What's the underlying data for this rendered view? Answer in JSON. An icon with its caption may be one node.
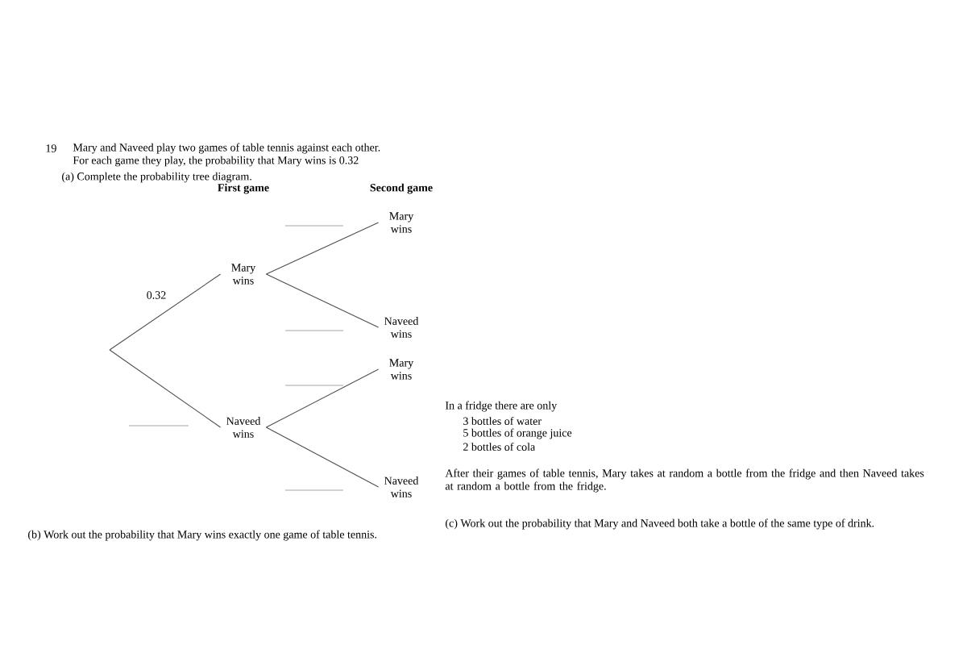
{
  "diagram": {
    "nodes": [
      {
        "text": [
          "Mary wins"
        ]
      },
      {
        "text": [
          "Naveed wins"
        ]
      },
      {
        "text": [
          "Mary wins"
        ]
      },
      {
        "text": [
          "Naveed wins"
        ]
      },
      {
        "text": [
          "Mary wins"
        ]
      },
      {
        "text": [
          "Naveed wins"
        ]
      }
    ],
    "edges": [
      {
        "from": null,
        "to": 0,
        "arrow": "none",
        "label": "0.32"
      },
      {
        "from": null,
        "to": 1,
        "arrow": "none"
      },
      {
        "from": 0,
        "to": 2,
        "arrow": "none"
      },
      {
        "from": 0,
        "to": 3,
        "arrow": "none"
      },
      {
        "from": 1,
        "to": 4,
        "arrow": "none"
      },
      {
        "from": 1,
        "to": 5,
        "arrow": "none"
      }
    ],
    "labels": [
      "19",
      "Mary and Naveed play two games of table tennis against each other.",
      "For each game they play, the probability that Mary wins is 0.32",
      "(a) Complete the probability tree diagram.",
      "First game",
      "Second game",
      "In a fridge there are only",
      "3 bottles of water",
      "5 bottles of orange juice",
      "2 bottles of cola",
      "After their games of table tennis, Mary takes at random a bottle from the fridge and then Naveed takes at random a bottle from the fridge.",
      "(c) Work out the probability that Mary and Naveed both take a bottle of the same type of drink.",
      "(b) Work out the probability that Mary wins exactly one game of table tennis."
    ]
  }
}
